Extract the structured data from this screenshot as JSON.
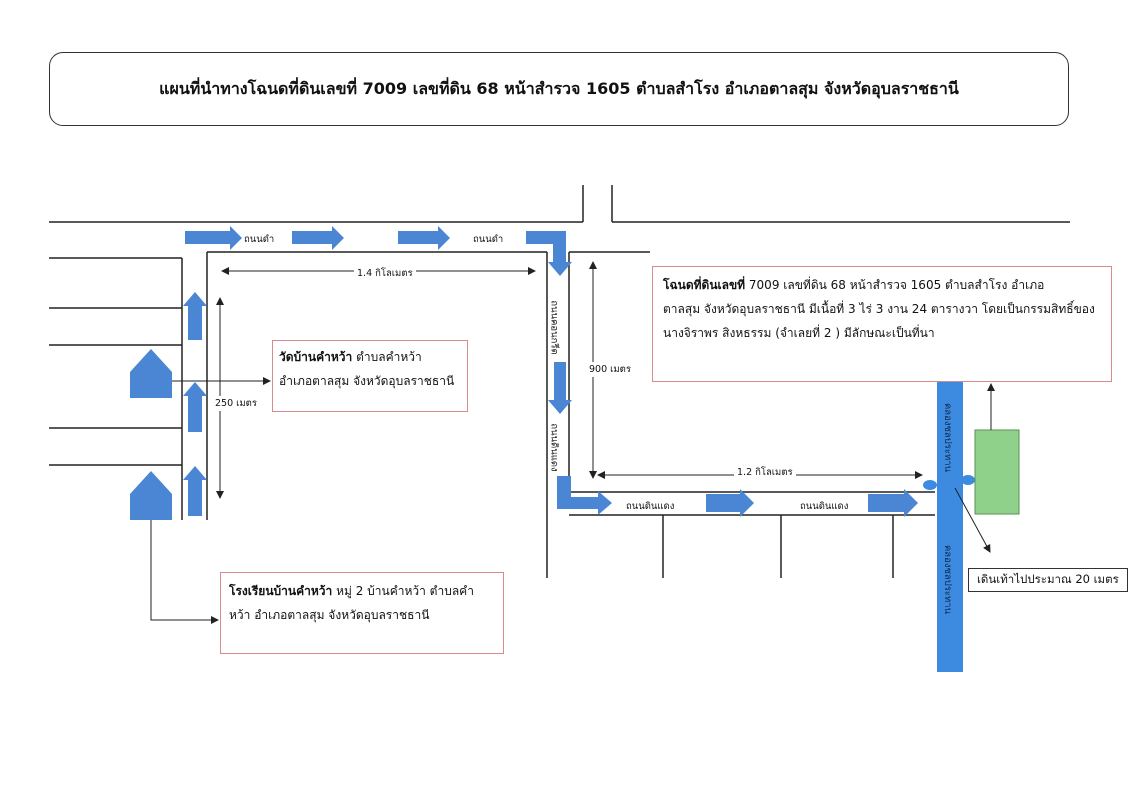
{
  "title": "แผนที่นำทางโฉนดที่ดินเลขที่ 7009 เลขที่ดิน 68 หน้าสำรวจ 1605 ตำบลสำโรง อำเภอตาลสุม จังหวัดอุบลราชธานี",
  "roads": {
    "top_left": "ถนนดำ",
    "top_right": "ถนนดำ",
    "concrete": "ถนนคอนกรีต",
    "laterite_vertical": "ถนนดินแดง",
    "bottom_left": "ถนนดินแดง",
    "bottom_right": "ถนนดินแดง",
    "canal_upper": "คลองชลประทาน",
    "canal_lower": "คลองชลประทาน"
  },
  "distances": {
    "top": "1.4 กิโลเมตร",
    "left": "250 เมตร",
    "right": "900 เมตร",
    "bottom": "1.2 กิโลเมตร"
  },
  "temple": {
    "name": "วัดบ้านคำหว้า",
    "line1_rest": " ตำบลคำหว้า",
    "line2": "อำเภอตาลสุม จังหวัดอุบลราชธานี"
  },
  "school": {
    "name": "โรงเรียนบ้านคำหว้า",
    "line1_rest": " หมู่ 2 บ้านคำหว้า ตำบลคำ",
    "line2": "หว้า อำเภอตาลสุม จังหวัดอุบลราชธานี"
  },
  "land": {
    "heading": "โฉนดที่ดินเลขที่",
    "line1_rest": " 7009 เลขที่ดิน 68 หน้าสำรวจ 1605 ตำบลสำโรง อำเภอ",
    "line2": "ตาลสุม จังหวัดอุบลราชธานี มีเนื้อที่ 3 ไร่ 3 งาน 24 ตารางวา โดยเป็นกรรมสิทธิ์ของ",
    "line3": "นางจิราพร สิงหธรรม (จำเลยที่ 2 ) มีลักษณะเป็นที่นา"
  },
  "walk_note": "เดินเท้าไปประมาณ 20 เมตร",
  "colors": {
    "route_arrow": "#4a86d4",
    "canal": "#3d8be0",
    "land_plot": "#8fd08a",
    "house": "#4a86d4",
    "note_border": "#d98a8a"
  }
}
